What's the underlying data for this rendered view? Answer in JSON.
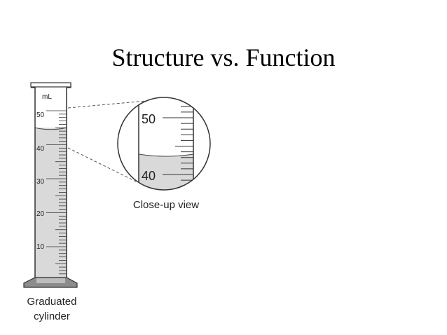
{
  "slide": {
    "title": "Structure vs. Function"
  },
  "cylinder": {
    "unit_label": "mL",
    "tick_labels": [
      "50",
      "40",
      "30",
      "20",
      "10"
    ],
    "liquid_level_ml": 45,
    "max_ml": 50,
    "caption_line1": "Graduated",
    "caption_line2": "cylinder"
  },
  "closeup": {
    "tick_labels": [
      "50",
      "40"
    ],
    "caption": "Close-up view"
  },
  "colors": {
    "liquid": "#d9d9d9",
    "outline": "#333333",
    "base": "#8c8c8c"
  }
}
